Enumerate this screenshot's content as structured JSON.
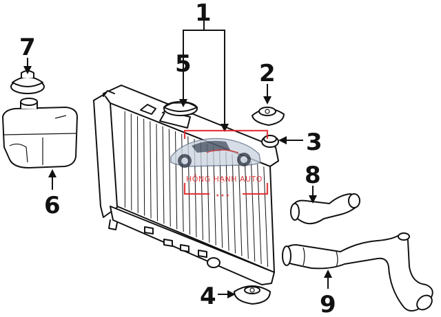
{
  "callouts": [
    "1",
    "2",
    "3",
    "4",
    "5",
    "6",
    "7",
    "8",
    "9"
  ],
  "watermark": {
    "text": "HỒNG HẠNH AUTO",
    "stars": "★ ★ ★",
    "color": "#e0272b"
  },
  "colors": {
    "line": "#111111",
    "background": "#ffffff"
  }
}
